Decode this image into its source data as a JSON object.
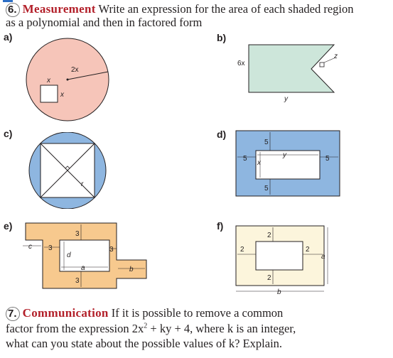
{
  "q6": {
    "number": "6.",
    "topic": "Measurement",
    "prompt_1": "Write an expression for the area of each shaded region",
    "prompt_2": "as a polynomial and then in factored form"
  },
  "parts": {
    "a": {
      "label": "a)",
      "radius": "2x",
      "square_top": "x",
      "square_side": "x"
    },
    "b": {
      "label": "b)",
      "height": "6x",
      "width": "y",
      "notch": "z"
    },
    "c": {
      "label": "c)",
      "radius": "r"
    },
    "d": {
      "label": "d)",
      "top": "5",
      "left": "5",
      "right": "5",
      "bottom": "5",
      "hole_height": "x",
      "hole_width": "y"
    },
    "e": {
      "label": "e)",
      "c": "c",
      "left_3": "3",
      "top_3": "3",
      "d": "d",
      "right_3": "3",
      "a": "a",
      "b": "b",
      "bottom_3": "3"
    },
    "f": {
      "label": "f)",
      "top": "2",
      "left": "2",
      "right": "2",
      "bottom": "2",
      "a": "a",
      "b": "b"
    }
  },
  "q7": {
    "number": "7.",
    "topic": "Communication",
    "line_1": "If it is possible to remove a common",
    "line_2_pre": "factor from the expression 2x",
    "sup": "2",
    "line_2_post": " + ky + 4, where k is an integer,",
    "line_3": "what can you state about the possible values of k? Explain."
  },
  "colors": {
    "pink": "#f6c5b9",
    "green": "#cde6da",
    "blue": "#8eb6e0",
    "orange": "#f7c98e",
    "cream": "#fcf5dc",
    "heading_red": "#b3202a"
  }
}
